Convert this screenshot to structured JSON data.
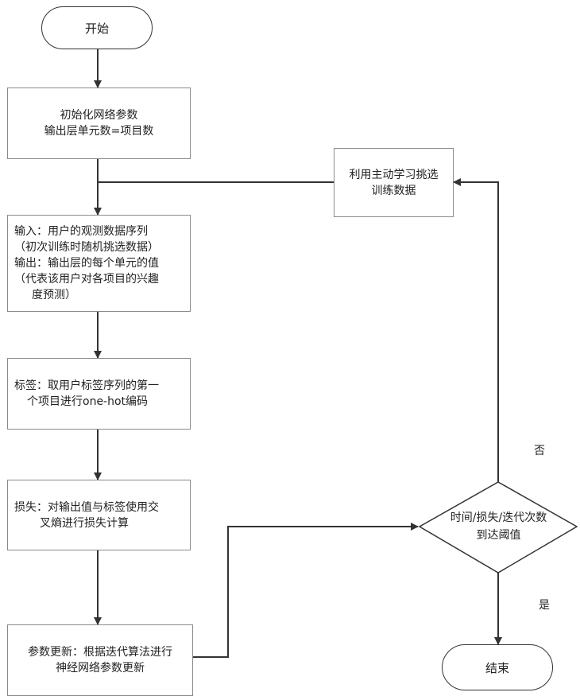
{
  "start": "开始",
  "end": "结束",
  "init": {
    "line1": "初始化网络参数",
    "line2": "输出层单元数=项目数"
  },
  "active": {
    "line1": "利用主动学习挑选",
    "line2": "训练数据"
  },
  "io": {
    "line1": "输入：用户的观测数据序列",
    "line2": "（初次训练时随机挑选数据）",
    "line3": "输出：输出层的每个单元的值",
    "line4": "（代表该用户对各项目的兴趣",
    "line5": "度预测）"
  },
  "label_step": {
    "line1": "标签：取用户标签序列的第一",
    "line2": "个项目进行one-hot编码"
  },
  "loss": {
    "line1": "损失：对输出值与标签使用交",
    "line2": "叉熵进行损失计算"
  },
  "update": {
    "line1": "参数更新：根据迭代算法进行",
    "line2": "神经网络参数更新"
  },
  "decision": {
    "line1": "时间/损失/迭代次数",
    "line2": "到达阈值"
  },
  "yes": "是",
  "no": "否"
}
